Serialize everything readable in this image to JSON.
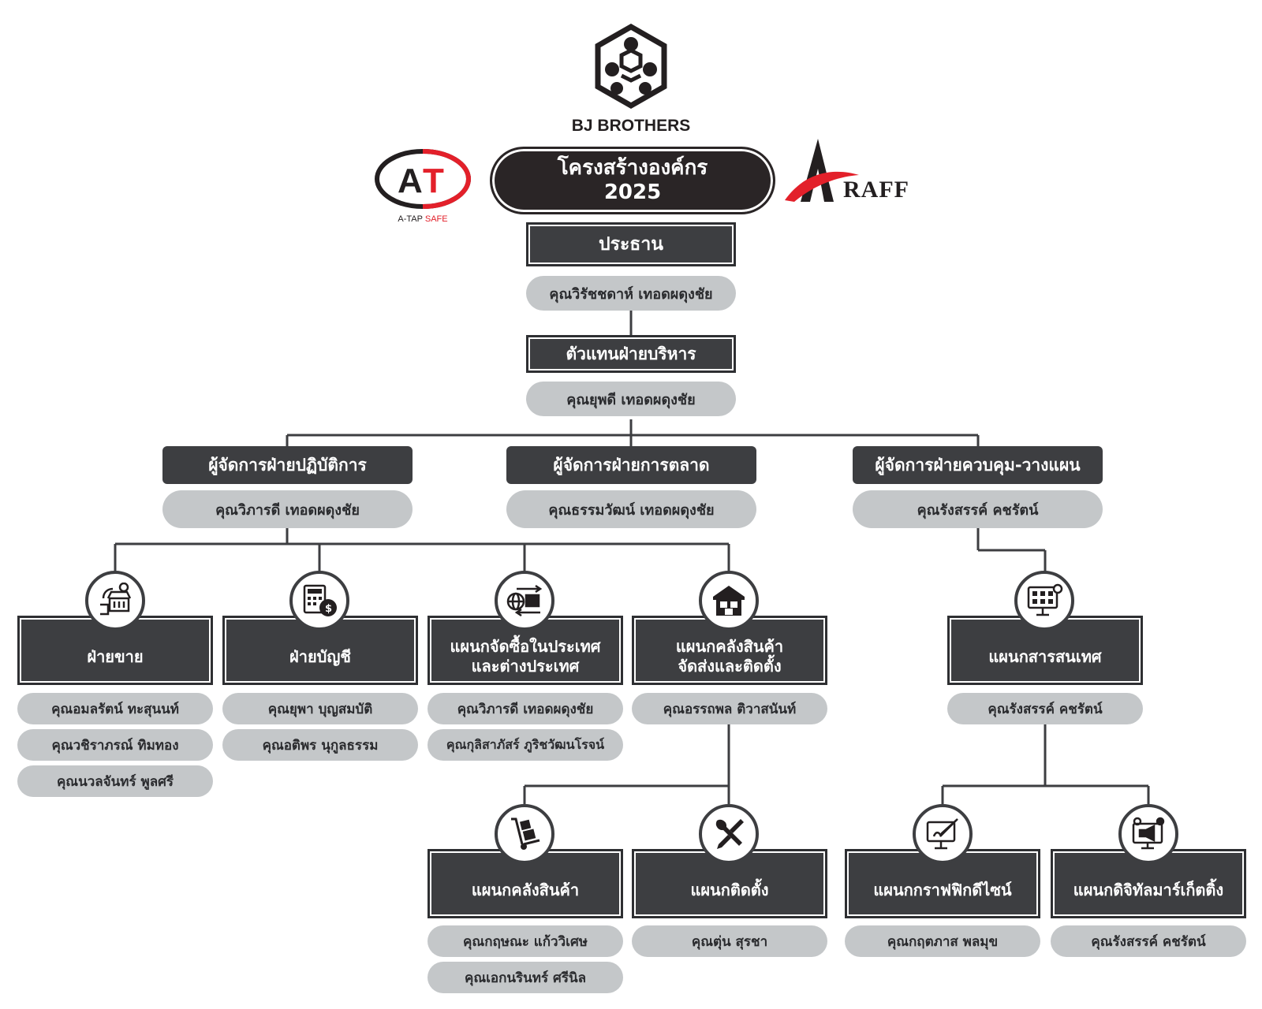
{
  "brand": {
    "name": "BJ BROTHERS"
  },
  "title": {
    "line1": "โครงสร้างองค์กร",
    "line2": "2025"
  },
  "logos": {
    "left": {
      "sub_a": "A-TAP",
      "sub_b": "SAFE"
    },
    "right": {
      "text": "RAFF"
    }
  },
  "president": {
    "title": "ประธาน",
    "name": "คุณวิรัชชดาห์ เทอดผดุงชัย"
  },
  "exec_rep": {
    "title": "ตัวแทนฝ่ายบริหาร",
    "name": "คุณยุพดี เทอดผดุงชัย"
  },
  "managers": [
    {
      "title": "ผู้จัดการฝ่ายปฏิบัติการ",
      "name": "คุณวิภารดี เทอดผดุงชัย"
    },
    {
      "title": "ผู้จัดการฝ่ายการตลาด",
      "name": "คุณธรรมวัฒน์ เทอดผดุงชัย"
    },
    {
      "title": "ผู้จัดการฝ่ายควบคุม-วางแผน",
      "name": "คุณรังสรรค์ คชรัตน์"
    }
  ],
  "departments": {
    "sales": {
      "title": "ฝ่ายขาย",
      "people": [
        "คุณอมลรัตน์ ทะสุนนท์",
        "คุณวชิราภรณ์ ทิมทอง",
        "คุณนวลจันทร์  พูลศรี"
      ]
    },
    "accounting": {
      "title": "ฝ่ายบัญชี",
      "people": [
        "คุณยุพา บุญสมบัติ",
        "คุณอติพร นุกูลธรรม"
      ]
    },
    "procurement": {
      "title1": "แผนกจัดซื้อในประเทศ",
      "title2": "และต่างประเทศ",
      "people": [
        "คุณวิภารดี เทอดผดุงชัย",
        "คุณกุลิสาภัสร์ ภูริชวัฒนโรจน์"
      ]
    },
    "warehouse_main": {
      "title1": "แผนกคลังสินค้า",
      "title2": "จัดส่งและติดตั้ง",
      "people": [
        "คุณอรรถพล ติวาสนันท์"
      ]
    },
    "it": {
      "title": "แผนกสารสนเทศ",
      "people": [
        "คุณรังสรรค์ คชรัตน์"
      ]
    },
    "warehouse": {
      "title": "แผนกคลังสินค้า",
      "people": [
        "คุณกฤษณะ แก้ววิเศษ",
        "คุณเอกนรินทร์ ศรีนิล"
      ]
    },
    "install": {
      "title": "แผนกติดตั้ง",
      "people": [
        "คุณตุ่น สุรชา"
      ]
    },
    "graphic": {
      "title": "แผนกกราฟฟิกดีไซน์",
      "people": [
        "คุณกฤตภาส พลมุข"
      ]
    },
    "digital": {
      "title": "แผนกดิจิทัลมาร์เก็ตติ้ง",
      "people": [
        "คุณรังสรรค์ คชรัตน์"
      ]
    }
  },
  "colors": {
    "dark": "#3d3e41",
    "pill": "#c4c7c9",
    "line": "#3d3e41",
    "red": "#e3202a"
  }
}
